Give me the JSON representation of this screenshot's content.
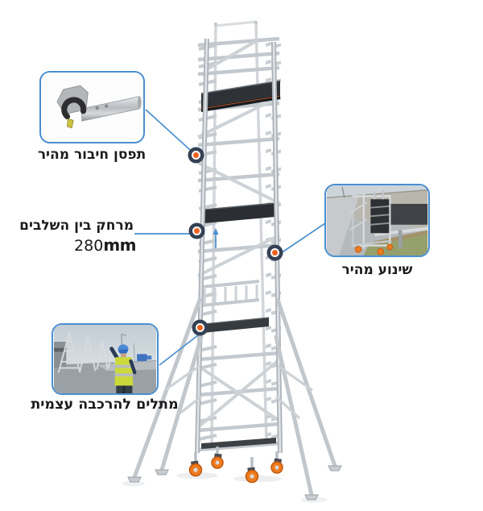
{
  "page": {
    "background": "#ffffff",
    "language": "he"
  },
  "colors": {
    "accent_blue": "#4a8fd0",
    "marker_ring_navy": "#344154",
    "marker_dot_orange": "#f0611c",
    "text": "#1b1b1d",
    "caster_orange": "#ee7b1f",
    "platform_dark": "#2e3236",
    "aluminum_gray": "#c6cbd0"
  },
  "callouts": {
    "clamp": {
      "label": "תפסן חיבור מהיר"
    },
    "rung_spacing": {
      "label": "מרחק בין השלבים",
      "value_number": "280",
      "value_unit": "mm"
    },
    "transport": {
      "label": "שינוע מהיר"
    },
    "self_assembly": {
      "label": "מתלים להרכבה עצמית"
    }
  }
}
